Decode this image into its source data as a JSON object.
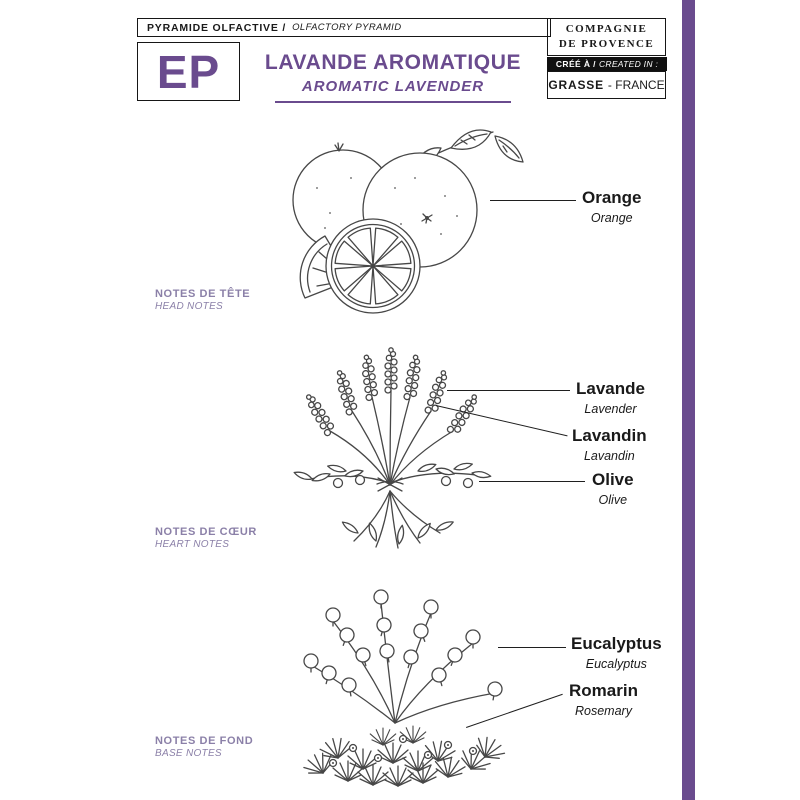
{
  "colors": {
    "accent": "#6a4b8e",
    "note": "#8b80a8"
  },
  "header": {
    "pyramid_fr": "PYRAMIDE OLFACTIVE /",
    "pyramid_en": "OLFACTORY PYRAMID",
    "brand_line1": "COMPAGNIE",
    "brand_line2": "DE PROVENCE",
    "logo": "EP",
    "product_fr": "LAVANDE AROMATIQUE",
    "product_en": "AROMATIC LAVENDER",
    "created_fr": "CRÉÉ À /",
    "created_en": "CREATED IN :",
    "place_bold": "GRASSE",
    "place_rest": "- FRANCE"
  },
  "sections": [
    {
      "note_fr": "NOTES DE TÊTE",
      "note_en": "HEAD NOTES",
      "illustration": "oranges-with-leaves-and-slice",
      "ingredients": [
        {
          "fr": "Orange",
          "en": "Orange"
        }
      ]
    },
    {
      "note_fr": "NOTES DE CŒUR",
      "note_en": "HEART NOTES",
      "illustration": "lavender-bouquet-with-olive-branches",
      "ingredients": [
        {
          "fr": "Lavande",
          "en": "Lavender"
        },
        {
          "fr": "Lavandin",
          "en": "Lavandin"
        },
        {
          "fr": "Olive",
          "en": "Olive"
        }
      ]
    },
    {
      "note_fr": "NOTES DE FOND",
      "note_en": "BASE NOTES",
      "illustration": "eucalyptus-and-rosemary-bush",
      "ingredients": [
        {
          "fr": "Eucalyptus",
          "en": "Eucalyptus"
        },
        {
          "fr": "Romarin",
          "en": "Rosemary"
        }
      ]
    }
  ]
}
